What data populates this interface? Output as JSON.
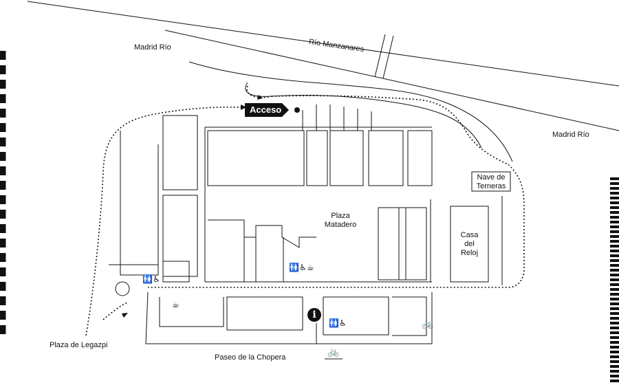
{
  "labels": {
    "madrid_rio_left": "Madrid Río",
    "rio_manzanares": "Río Manzanares",
    "madrid_rio_right": "Madrid Río",
    "acceso": "Acceso",
    "nave_line1": "Nave de",
    "nave_line2": "Terneras",
    "plaza_line1": "Plaza",
    "plaza_line2": "Matadero",
    "casa_line1": "Casa",
    "casa_line2": "del",
    "casa_line3": "Reloj",
    "plaza_legazpi": "Plaza de Legazpi",
    "paseo_chopera": "Paseo de la Chopera"
  },
  "icons": {
    "toilets_accessible": "🚻♿",
    "cafe": "☕",
    "info": "i",
    "bicycle": "🚲"
  }
}
